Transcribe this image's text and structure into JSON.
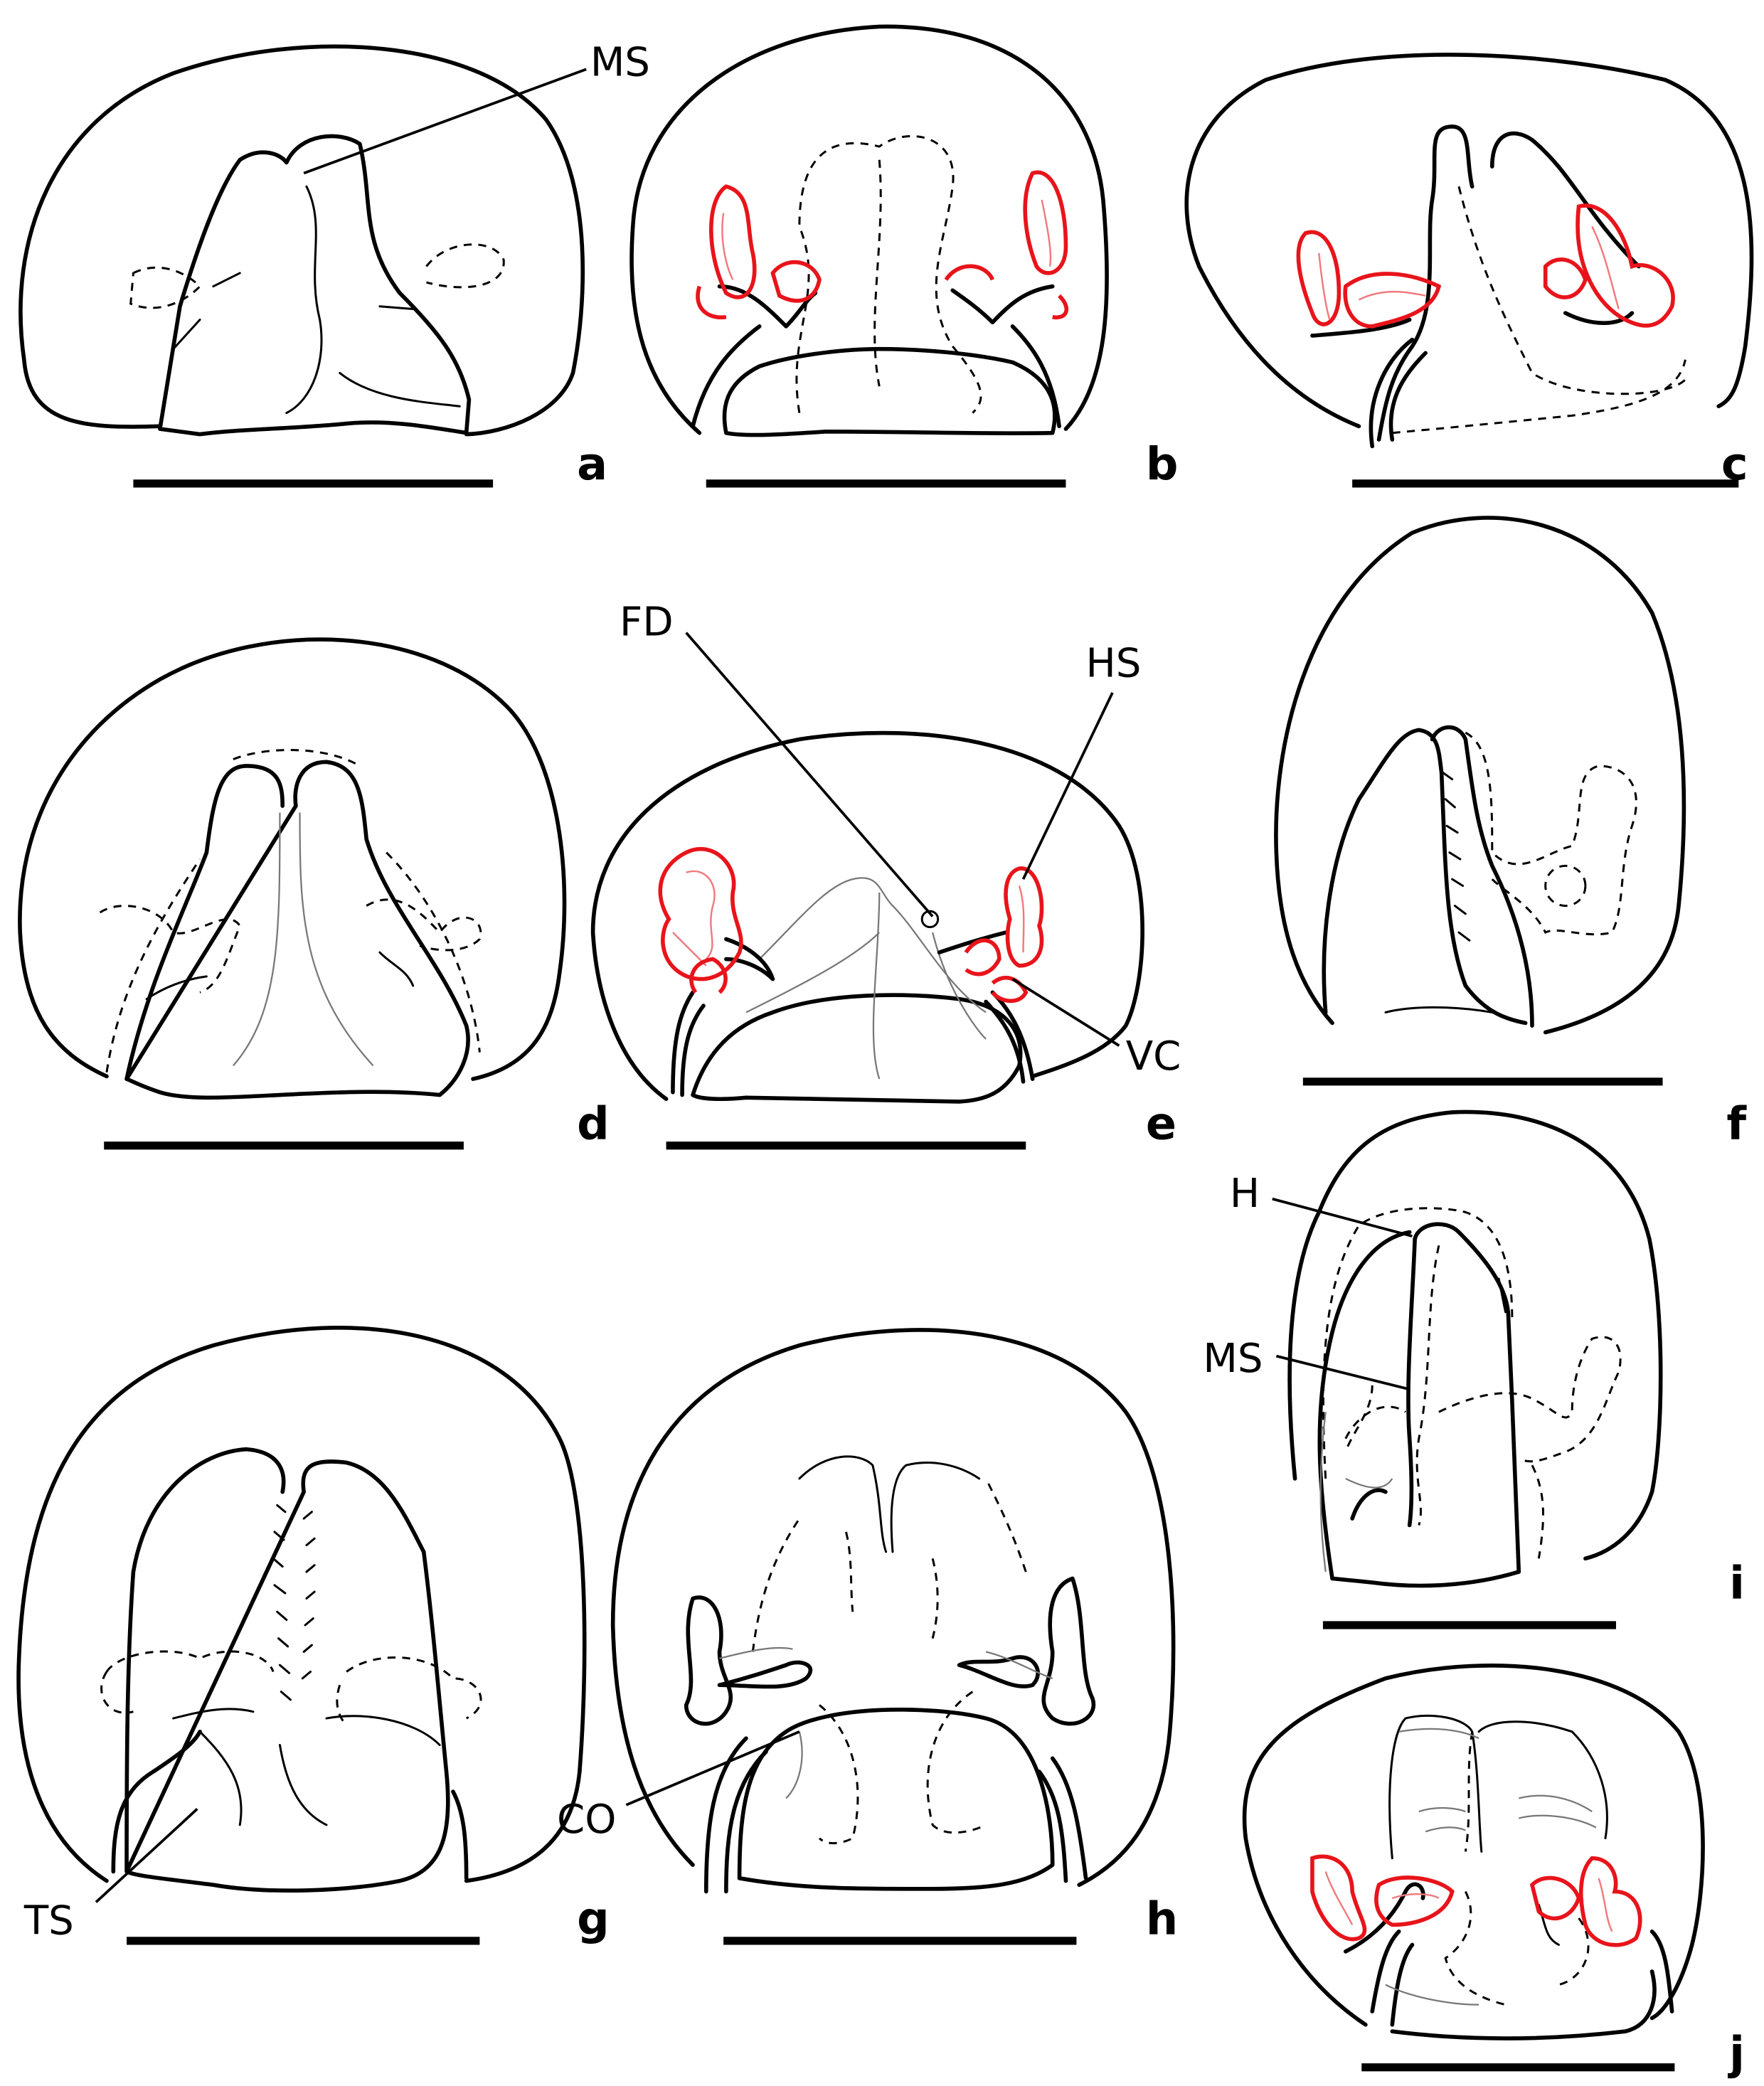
{
  "figure": {
    "panels": [
      "a",
      "b",
      "c",
      "d",
      "e",
      "f",
      "g",
      "h",
      "i",
      "j"
    ],
    "labels": {
      "a_ms": "MS",
      "e_fd": "FD",
      "e_hs": "HS",
      "e_vc": "VC",
      "i_h": "H",
      "i_ms": "MS",
      "h_co": "CO",
      "g_ts": "TS"
    },
    "colors": {
      "line": "#000000",
      "highlight": "#e8141b"
    }
  }
}
